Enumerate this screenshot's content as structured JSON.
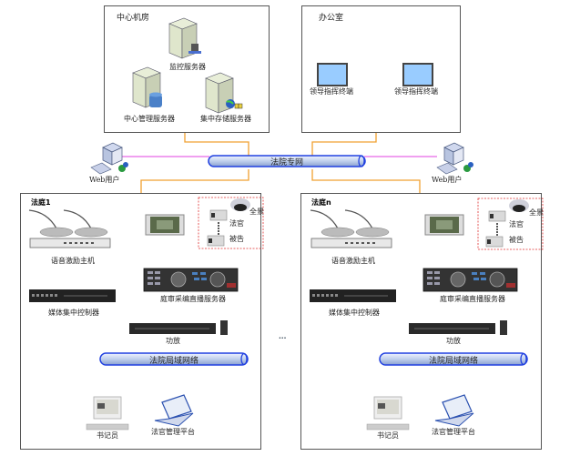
{
  "diagram": {
    "center_room": {
      "title": "中心机房",
      "servers": [
        {
          "label": "监控服务器",
          "icon": "server-monitor-icon"
        },
        {
          "label": "中心管理服务器",
          "icon": "server-database-icon"
        },
        {
          "label": "集中存储服务器",
          "icon": "server-storage-icon"
        }
      ]
    },
    "office": {
      "title": "办公室",
      "terminals": [
        {
          "label": "领导指挥终端"
        },
        {
          "label": "领导指挥终端"
        }
      ]
    },
    "court_network": {
      "label": "法院专网"
    },
    "web_users": [
      {
        "label": "Web用户"
      },
      {
        "label": "Web用户"
      }
    ],
    "courtrooms": [
      {
        "title": "法庭1",
        "voice_host": "语音激励主机",
        "media_controller": "媒体集中控制器",
        "server": "庭审采编直播服务器",
        "amplifier": "功放",
        "camera_panorama": "全景",
        "camera_judge": "法官",
        "camera_defendant": "被告",
        "lan": "法院局域网络",
        "clerk": "书记员",
        "judge_platform": "法官管理平台"
      },
      {
        "title": "法庭n",
        "voice_host": "语音激励主机",
        "media_controller": "媒体集中控制器",
        "server": "庭审采编直播服务器",
        "amplifier": "功放",
        "camera_panorama": "全景",
        "camera_judge": "法官",
        "camera_defendant": "被告",
        "lan": "法院局域网络",
        "clerk": "书记员",
        "judge_platform": "法官管理平台"
      }
    ],
    "ellipsis": "...",
    "colors": {
      "wan_line": "#f0a030",
      "web_line": "#e040e0",
      "pipe_fill": "#c8d8f0",
      "pipe_stroke": "#2040e0",
      "camera_box": "#e03030",
      "screen": "#99ccff"
    }
  }
}
